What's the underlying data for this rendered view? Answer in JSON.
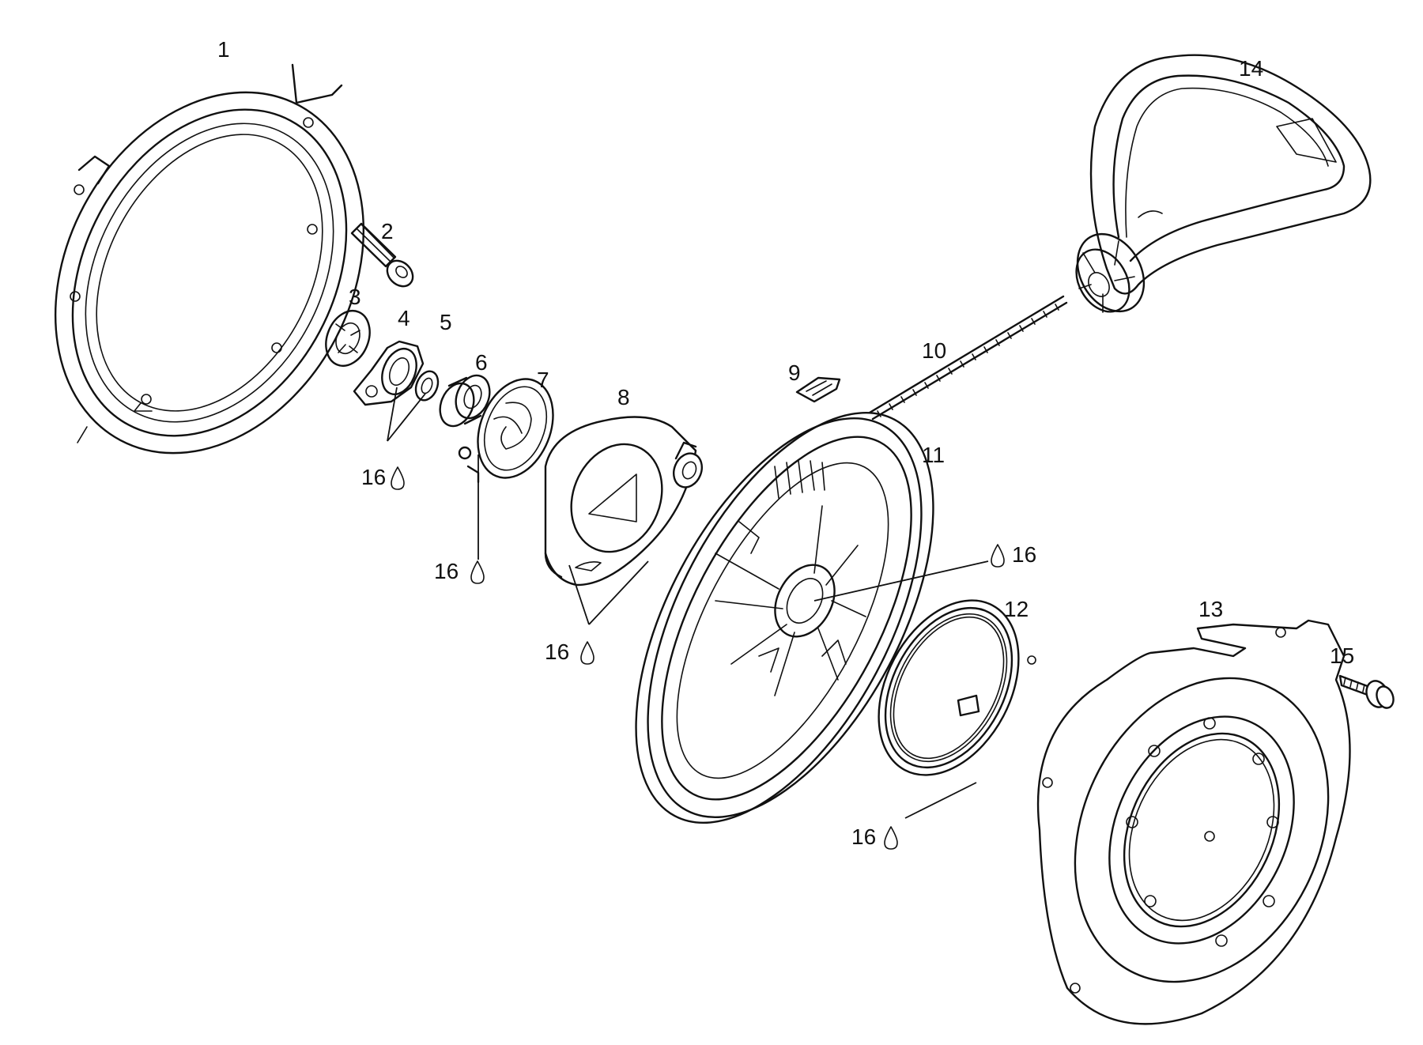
{
  "parts": [
    {
      "id": "part-1",
      "number": "1"
    },
    {
      "id": "part-2",
      "number": "2"
    },
    {
      "id": "part-3",
      "number": "3"
    },
    {
      "id": "part-4",
      "number": "4"
    },
    {
      "id": "part-5",
      "number": "5"
    },
    {
      "id": "part-6",
      "number": "6"
    },
    {
      "id": "part-7",
      "number": "7"
    },
    {
      "id": "part-8",
      "number": "8"
    },
    {
      "id": "part-9",
      "number": "9"
    },
    {
      "id": "part-10",
      "number": "10"
    },
    {
      "id": "part-11",
      "number": "11"
    },
    {
      "id": "part-12",
      "number": "12"
    },
    {
      "id": "part-13",
      "number": "13"
    },
    {
      "id": "part-14",
      "number": "14"
    },
    {
      "id": "part-15",
      "number": "15"
    }
  ],
  "grease_callouts": [
    {
      "number": "16",
      "icon": "grease-drop-icon"
    },
    {
      "number": "16",
      "icon": "grease-drop-icon"
    },
    {
      "number": "16",
      "icon": "grease-drop-icon"
    },
    {
      "number": "16",
      "icon": "grease-drop-icon"
    },
    {
      "number": "16",
      "icon": "grease-drop-icon"
    }
  ],
  "colors": {
    "ink": "#111111",
    "paper": "#ffffff"
  }
}
